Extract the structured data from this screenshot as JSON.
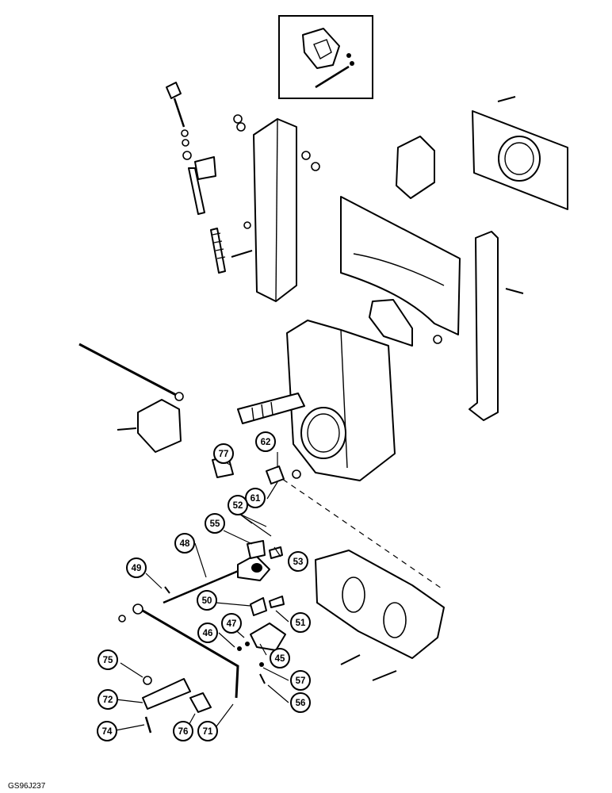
{
  "drawing_code": "GS96J237",
  "callouts": [
    {
      "label": "77"
    },
    {
      "label": "62"
    },
    {
      "label": "61"
    },
    {
      "label": "52"
    },
    {
      "label": "55"
    },
    {
      "label": "53"
    },
    {
      "label": "48"
    },
    {
      "label": "49"
    },
    {
      "label": "50"
    },
    {
      "label": "51"
    },
    {
      "label": "47"
    },
    {
      "label": "46"
    },
    {
      "label": "45"
    },
    {
      "label": "75"
    },
    {
      "label": "57"
    },
    {
      "label": "72"
    },
    {
      "label": "56"
    },
    {
      "label": "74"
    },
    {
      "label": "76"
    },
    {
      "label": "71"
    }
  ]
}
